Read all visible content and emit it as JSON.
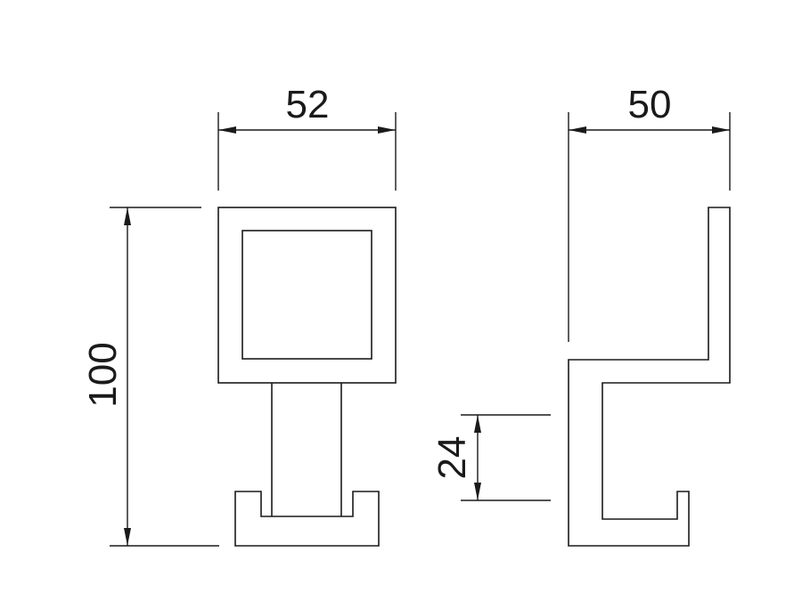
{
  "dimensions": {
    "front_width": "52",
    "side_width": "50",
    "total_height": "100",
    "hook_height": "24"
  },
  "colors": {
    "line": "#1a1a1a",
    "background": "#ffffff"
  }
}
